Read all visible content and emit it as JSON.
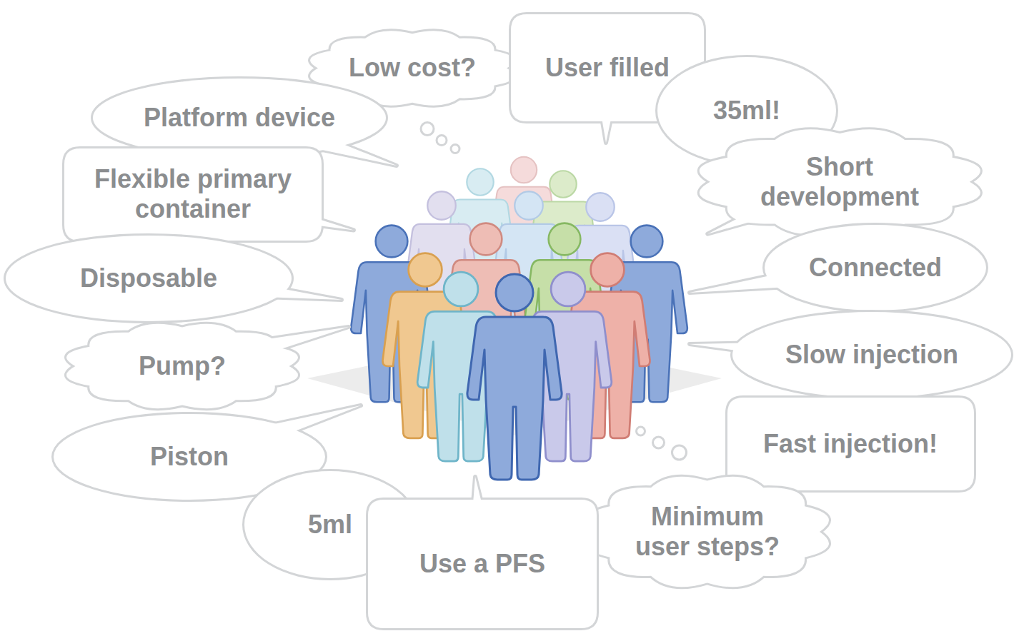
{
  "diagram": {
    "nodes": [
      {
        "text": [
          "Low cost?"
        ]
      },
      {
        "text": [
          "User filled"
        ]
      },
      {
        "text": [
          "Platform device"
        ]
      },
      {
        "text": [
          "35ml!"
        ]
      },
      {
        "text": [
          "Flexible primary container"
        ]
      },
      {
        "text": [
          "Short development"
        ]
      },
      {
        "text": [
          "Connected"
        ]
      },
      {
        "text": [
          "Disposable"
        ]
      },
      {
        "text": [
          "Pump?"
        ]
      },
      {
        "text": [
          "Slow injection"
        ]
      },
      {
        "text": [
          "Fast injection!"
        ]
      },
      {
        "text": [
          "Piston"
        ]
      },
      {
        "text": [
          "5ml"
        ]
      },
      {
        "text": [
          "Minimum user steps?"
        ]
      },
      {
        "text": [
          "Use a PFS"
        ]
      }
    ]
  }
}
